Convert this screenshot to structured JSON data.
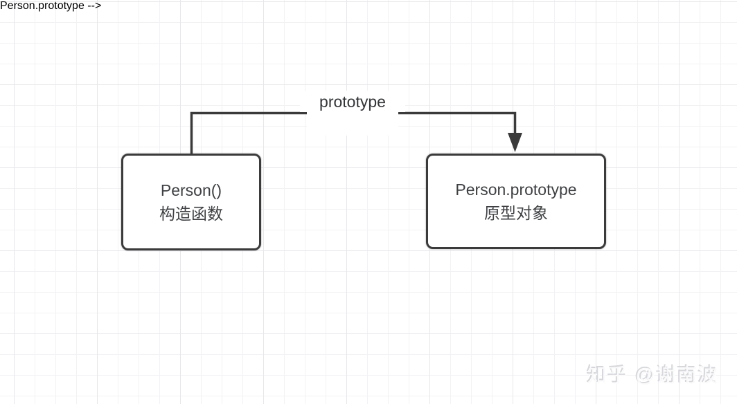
{
  "diagram": {
    "connector": {
      "label": "prototype",
      "from": "node-constructor",
      "to": "node-prototype-object",
      "stroke_color": "#3a3a3a"
    },
    "nodes": [
      {
        "id": "node-constructor",
        "line1": "Person()",
        "line2": "构造函数"
      },
      {
        "id": "node-prototype-object",
        "line1": "Person.prototype",
        "line2": "原型对象"
      }
    ]
  },
  "watermark": {
    "text": "知乎 @谢南波"
  },
  "colors": {
    "background": "#ffffff",
    "grid_minor": "#f2f2f5",
    "grid_major": "#e7e7eb",
    "node_border": "#3b3b3b",
    "node_fill": "#ffffff",
    "text": "#3e4043",
    "watermark": "#d6d7db"
  }
}
